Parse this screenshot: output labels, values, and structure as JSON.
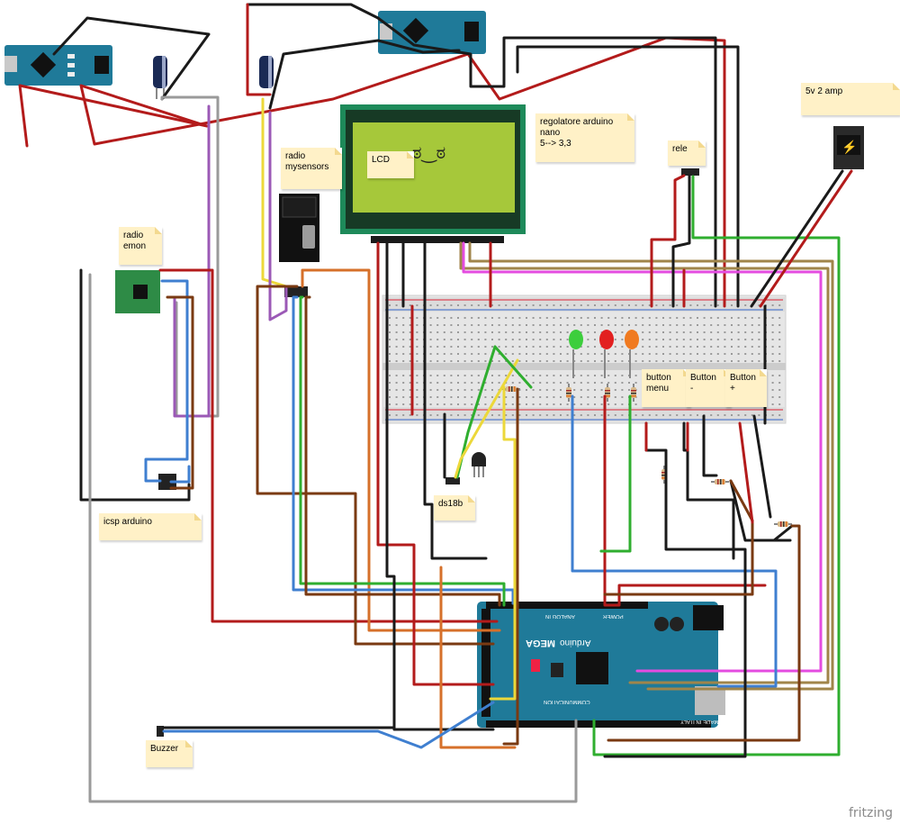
{
  "notes": {
    "lcd": "LCD",
    "regolatore": "regolatore arduino\nnano\n5--> 3,3",
    "radio_mysensors": "radio\nmysensors",
    "radio_emon": "radio\nemon",
    "rele": "rele",
    "amp": "5v 2 amp",
    "button_menu": "button\nmenu",
    "button_minus": "Button\n-",
    "button_plus": "Button\n+",
    "ds18b": "ds18b",
    "icsp": "icsp arduino",
    "buzzer": "Buzzer"
  },
  "board_labels": {
    "mega_main": "MEGA",
    "mega_brand": "Arduino",
    "mega_made": "MADE IN ITALY",
    "mega_analog": "ANALOG IN",
    "mega_power": "POWER",
    "mega_comm": "COMMUNICATION"
  },
  "watermark": "fritzing",
  "colors": {
    "red": "#b31b1b",
    "black": "#1a1a1a",
    "green": "#2fae2f",
    "blue": "#3f7fd0",
    "brown": "#7a3a12",
    "orange": "#d6702a",
    "yellow": "#ecd83a",
    "purple": "#9b59b6",
    "magenta": "#e44ce0",
    "grey": "#9a9a9a",
    "khaki": "#a0854a",
    "pcb_teal": "#1f7a99",
    "lcd_green": "#a6c83a"
  }
}
